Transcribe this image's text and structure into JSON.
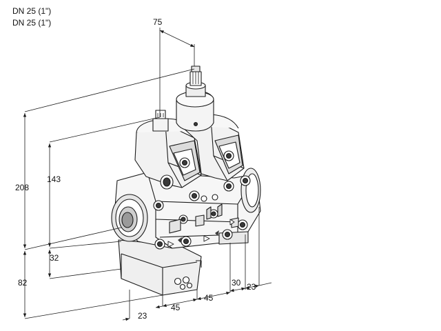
{
  "header": {
    "line1": "DN 25 (1\")",
    "line2": "DN 25 (1\")"
  },
  "dimensions": {
    "top_width": "75",
    "overall_height": "208",
    "upper_height": "143",
    "lower_offset": "32",
    "base_height": "82",
    "front_offset": "23",
    "spacing_left": "45",
    "spacing_right": "45",
    "side_depth": "30",
    "side_offset": "23"
  },
  "colors": {
    "line": "#1a1a1a",
    "body_fill": "#f4f4f4",
    "shade_fill": "#d9d9d9",
    "dark_fill": "#3a3a3a"
  }
}
